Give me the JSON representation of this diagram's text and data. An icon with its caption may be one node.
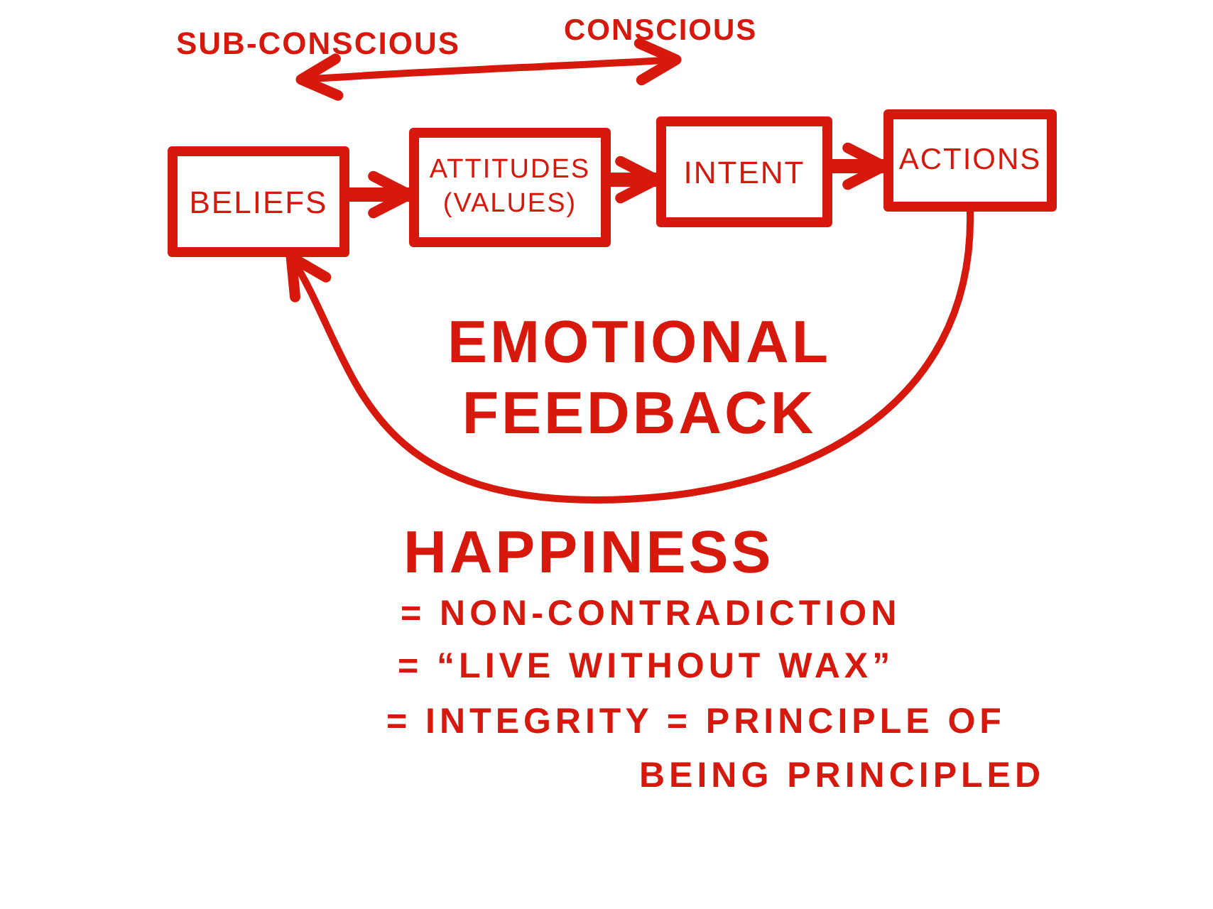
{
  "diagram": {
    "nodes": [
      {
        "text": [
          "BELIEFS"
        ]
      },
      {
        "text": [
          "ATTITUDES (VALUES)"
        ]
      },
      {
        "text": [
          "INTENT"
        ]
      },
      {
        "text": [
          "ACTIONS"
        ]
      }
    ],
    "edges": [
      {
        "from": 0,
        "to": 1,
        "arrow": "to"
      },
      {
        "from": 1,
        "to": 2,
        "arrow": "to"
      },
      {
        "from": 2,
        "to": 3,
        "arrow": "to"
      },
      {
        "from": 3,
        "to": 0,
        "arrow": "to",
        "label": "EMOTIONAL FEEDBACK"
      }
    ],
    "labels": [
      "SUB-CONSCIOUS",
      "CONSCIOUS",
      "HAPPINESS",
      "= NON-CONTRADICTION",
      "= “LIVE WITHOUT WAX”",
      "= INTEGRITY = PRINCIPLE OF BEING PRINCIPLED"
    ]
  }
}
